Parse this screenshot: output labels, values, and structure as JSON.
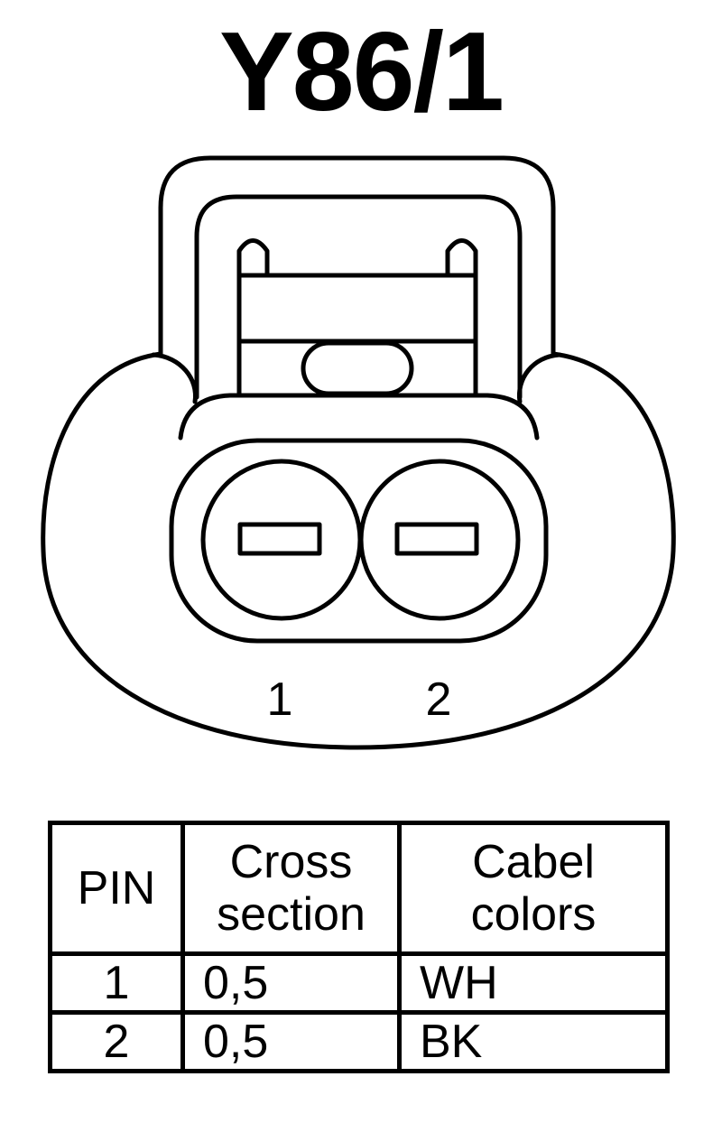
{
  "title": "Y86/1",
  "connector": {
    "pin_labels": [
      "1",
      "2"
    ]
  },
  "table": {
    "headers": [
      {
        "lines": [
          "PIN"
        ]
      },
      {
        "lines": [
          "Cross",
          "section"
        ]
      },
      {
        "lines": [
          "Cabel",
          "colors"
        ]
      }
    ],
    "rows": [
      {
        "pin": "1",
        "cross_section": "0,5",
        "color": "WH"
      },
      {
        "pin": "2",
        "cross_section": "0,5",
        "color": "BK"
      }
    ]
  }
}
